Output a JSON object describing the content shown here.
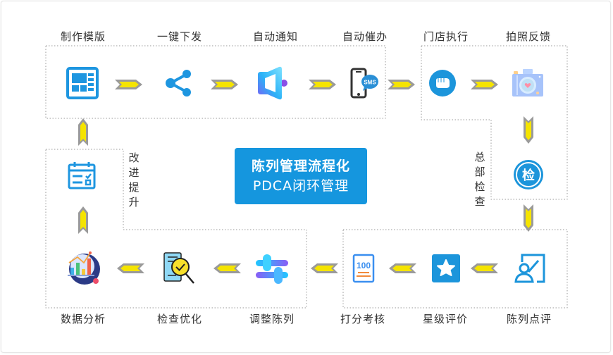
{
  "diagram": {
    "title_line1": "陈列管理流程化",
    "title_line2": "PDCA闭环管理",
    "accent_color": "#1596de",
    "arrow_color": "#f5e400",
    "steps": [
      {
        "label": "制作模版",
        "icon": "template-layout-icon"
      },
      {
        "label": "一键下发",
        "icon": "share-icon"
      },
      {
        "label": "自动通知",
        "icon": "speaker-notify-icon"
      },
      {
        "label": "自动催办",
        "icon": "sms-phone-icon"
      },
      {
        "label": "门店执行",
        "icon": "fist-icon"
      },
      {
        "label": "拍照反馈",
        "icon": "camera-icon"
      },
      {
        "label": "检",
        "icon": "inspect-badge-icon"
      },
      {
        "label": "陈列点评",
        "icon": "review-board-icon"
      },
      {
        "label": "星级评价",
        "icon": "star-rating-icon"
      },
      {
        "label": "打分考核",
        "icon": "score-100-icon"
      },
      {
        "label": "调整陈列",
        "icon": "adjust-sliders-icon"
      },
      {
        "label": "检查优化",
        "icon": "magnifier-check-icon"
      },
      {
        "label": "数据分析",
        "icon": "data-analysis-icon"
      },
      {
        "label": "",
        "icon": "calendar-check-icon"
      }
    ],
    "side_labels": {
      "hq_check": "总部检查",
      "improve": "改进提升"
    }
  }
}
